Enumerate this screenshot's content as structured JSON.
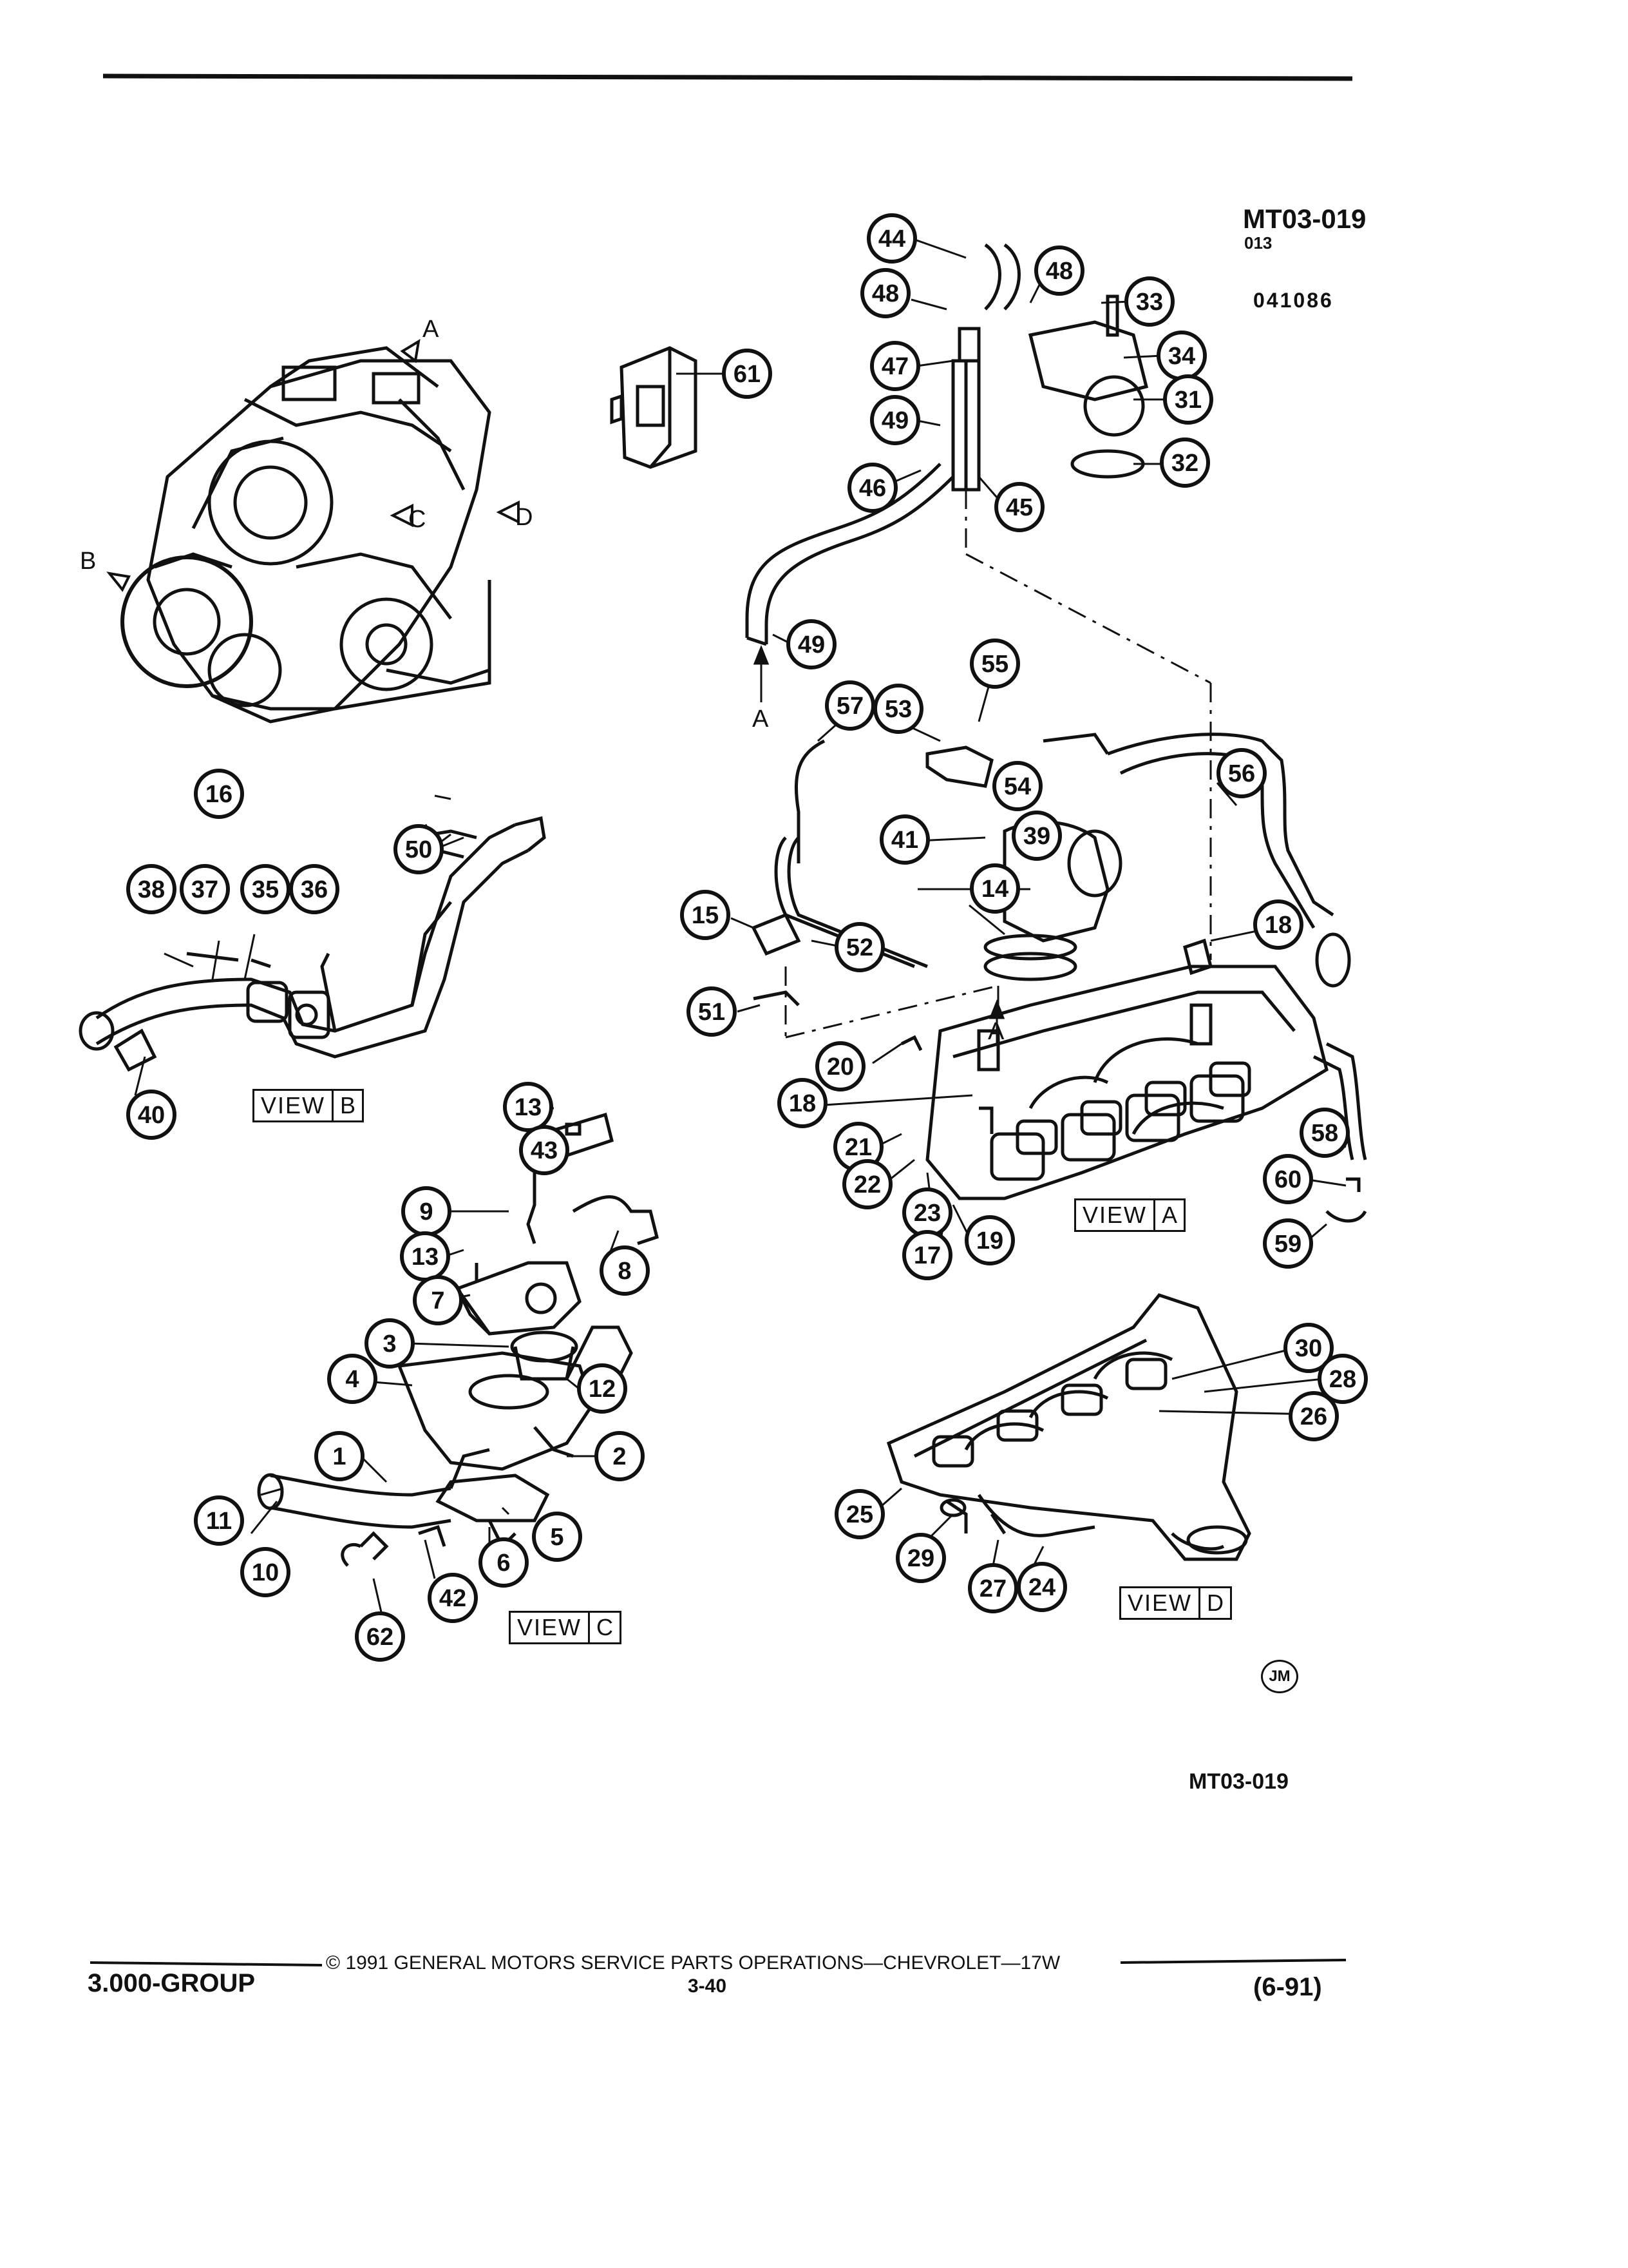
{
  "header": {
    "figure_code": "MT03-019",
    "sub_code": "013",
    "date_code": "041086"
  },
  "views": [
    {
      "id": "view-b",
      "word": "VIEW",
      "letter": "B"
    },
    {
      "id": "view-c",
      "word": "VIEW",
      "letter": "C"
    },
    {
      "id": "view-a",
      "word": "VIEW",
      "letter": "A"
    },
    {
      "id": "view-d",
      "word": "VIEW",
      "letter": "D"
    }
  ],
  "engine_marks": [
    "A",
    "B",
    "C",
    "D"
  ],
  "connection_marks": [
    "A",
    "A"
  ],
  "callouts": [
    "44",
    "48",
    "48",
    "33",
    "34",
    "47",
    "61",
    "31",
    "49",
    "32",
    "45",
    "46",
    "49",
    "55",
    "53",
    "57",
    "54",
    "56",
    "39",
    "41",
    "14",
    "16",
    "50",
    "15",
    "18",
    "38",
    "37",
    "35",
    "36",
    "52",
    "51",
    "20",
    "18",
    "58",
    "21",
    "22",
    "23",
    "60",
    "19",
    "17",
    "59",
    "13",
    "43",
    "9",
    "8",
    "13",
    "7",
    "3",
    "40",
    "12",
    "4",
    "30",
    "28",
    "26",
    "1",
    "2",
    "25",
    "11",
    "5",
    "10",
    "6",
    "29",
    "27",
    "24",
    "42",
    "62"
  ],
  "artist_mark": "JM",
  "bottom_code": "MT03-019",
  "footer": {
    "group": "3.000-GROUP",
    "copyright": "© 1991 GENERAL MOTORS SERVICE PARTS OPERATIONS—CHEVROLET—17W",
    "page_number": "3-40",
    "revision": "(6-91)"
  }
}
